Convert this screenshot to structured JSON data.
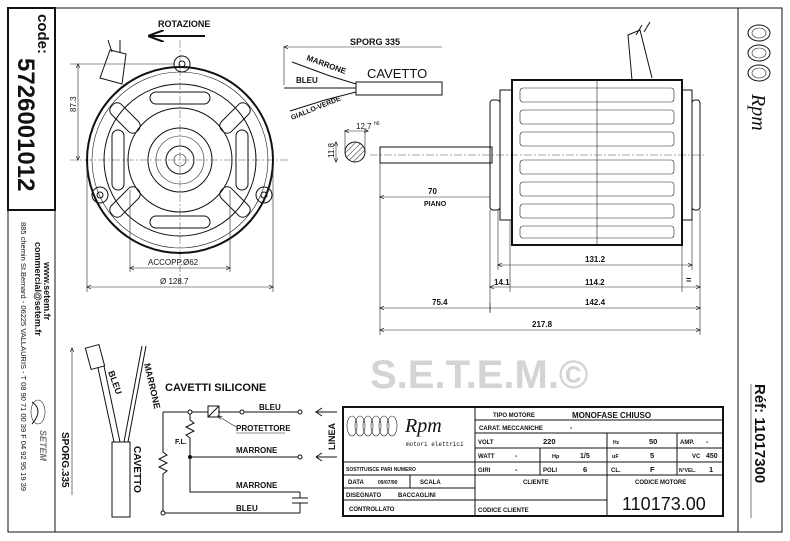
{
  "code_box": {
    "label": "code:",
    "value": "5726001012"
  },
  "company": {
    "website": "www.setem.fr",
    "email": "commercial@setem.fr",
    "address": "885 chemin St.Bernard  -  06225 VALLAURIS  -  T 08 90 71 00 39  F 04 92 95 19 39",
    "logo_text": "SETEM"
  },
  "watermark": "S.E.T.E.M.©",
  "front_view": {
    "rotation_label": "ROTAZIONE",
    "dim_height": "87.3",
    "dim_spigot": "ACCOPP.Ø62",
    "dim_diameter": "Ø 128.7"
  },
  "cable_detail": {
    "length": "SPORG 335",
    "cable": "CAVETTO",
    "wire_1": "MARRONE",
    "wire_2": "BLEU",
    "wire_3": "GIALLO-VERDE"
  },
  "shaft_section": {
    "width": "12.7",
    "tolerance": "h6",
    "flat": "11.8"
  },
  "side_view": {
    "shaft_length": "70",
    "shaft_note": "PIANO",
    "dim_body": "131.2",
    "dim_flange": "14.1",
    "dim_core": "114.2",
    "dim_equal": "=",
    "dim_shaft_total": "75.4",
    "dim_motor": "142.4",
    "dim_total": "217.8"
  },
  "cable_leads": {
    "length": "SPORG.335",
    "wire_1": "BLEU",
    "wire_2": "MARRONE",
    "cable": "CAVETTO"
  },
  "wiring": {
    "title": "CAVETTI SILICONE",
    "top_wire": "BLEU",
    "protector": "PROTETTORE",
    "fl": "F.L.",
    "mid_wire": "MARRONE",
    "cap_wire": "MARRONE",
    "bottom_wire": "BLEU",
    "line": "LINEA"
  },
  "title_block": {
    "logo": "Rpm",
    "logo_sub": "motori elettrici",
    "replaces_label": "SOSTITUISCE PARI NUMERO",
    "date_label": "DATA",
    "date_value": "09/07/90",
    "scale_label": "SCALA",
    "drawn_label": "DISEGNATO",
    "drawn_value": "BACCAGLINI",
    "checked_label": "CONTROLLATO",
    "motor_type_label": "TIPO MOTORE",
    "motor_type_value": "MONOFASE CHIUSO",
    "mech_label": "CARAT. MECCANICHE",
    "mech_value": "-",
    "volt_label": "VOLT",
    "volt_value": "220",
    "hz_label": "Hz",
    "hz_value": "50",
    "amp_label": "AMP.",
    "amp_value": "-",
    "watt_label": "WATT",
    "watt_value": "-",
    "hp_label": "Hp",
    "hp_value": "1/5",
    "uf_label": "uF",
    "uf_value": "5",
    "vc_label": "VC",
    "vc_value": "450",
    "giri_label": "GIRI",
    "giri_value": "-",
    "poli_label": "POLI",
    "poli_value": "6",
    "cl_label": "CL.",
    "cl_value": "F",
    "nvel_label": "N°VEL.",
    "nvel_value": "1",
    "client_label": "CLIENTE",
    "client_code_label": "CODICE CLIENTE",
    "motor_code_label": "CODICE MOTORE",
    "motor_code_value": "110173.00"
  },
  "right_column": {
    "logo": "Rpm",
    "reference": "Réf: 11017300"
  }
}
